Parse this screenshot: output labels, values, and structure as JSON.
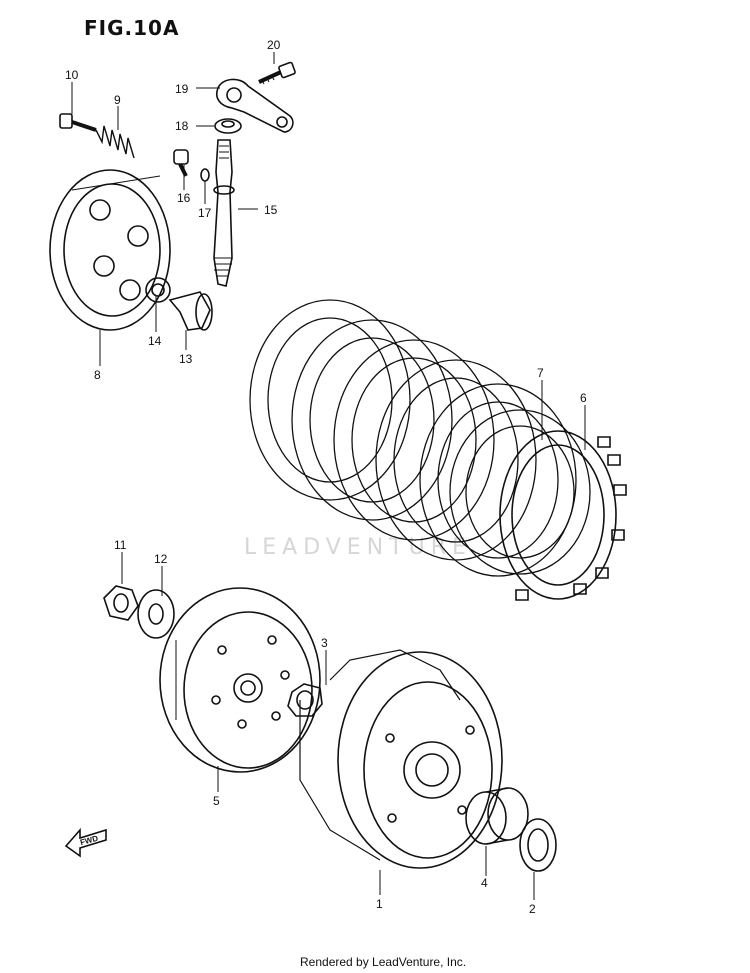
{
  "figure": {
    "title": "FIG.10A"
  },
  "watermark": "LEADVENTURE",
  "fwd_label": "FWD",
  "footer": "Rendered by LeadVenture, Inc.",
  "callouts": {
    "c1": "1",
    "c2": "2",
    "c3": "3",
    "c4": "4",
    "c5": "5",
    "c6": "6",
    "c7": "7",
    "c8": "8",
    "c9": "9",
    "c10": "10",
    "c11": "11",
    "c12": "12",
    "c13": "13",
    "c14": "14",
    "c15": "15",
    "c16": "16",
    "c17": "17",
    "c18": "18",
    "c19": "19",
    "c20": "20"
  }
}
